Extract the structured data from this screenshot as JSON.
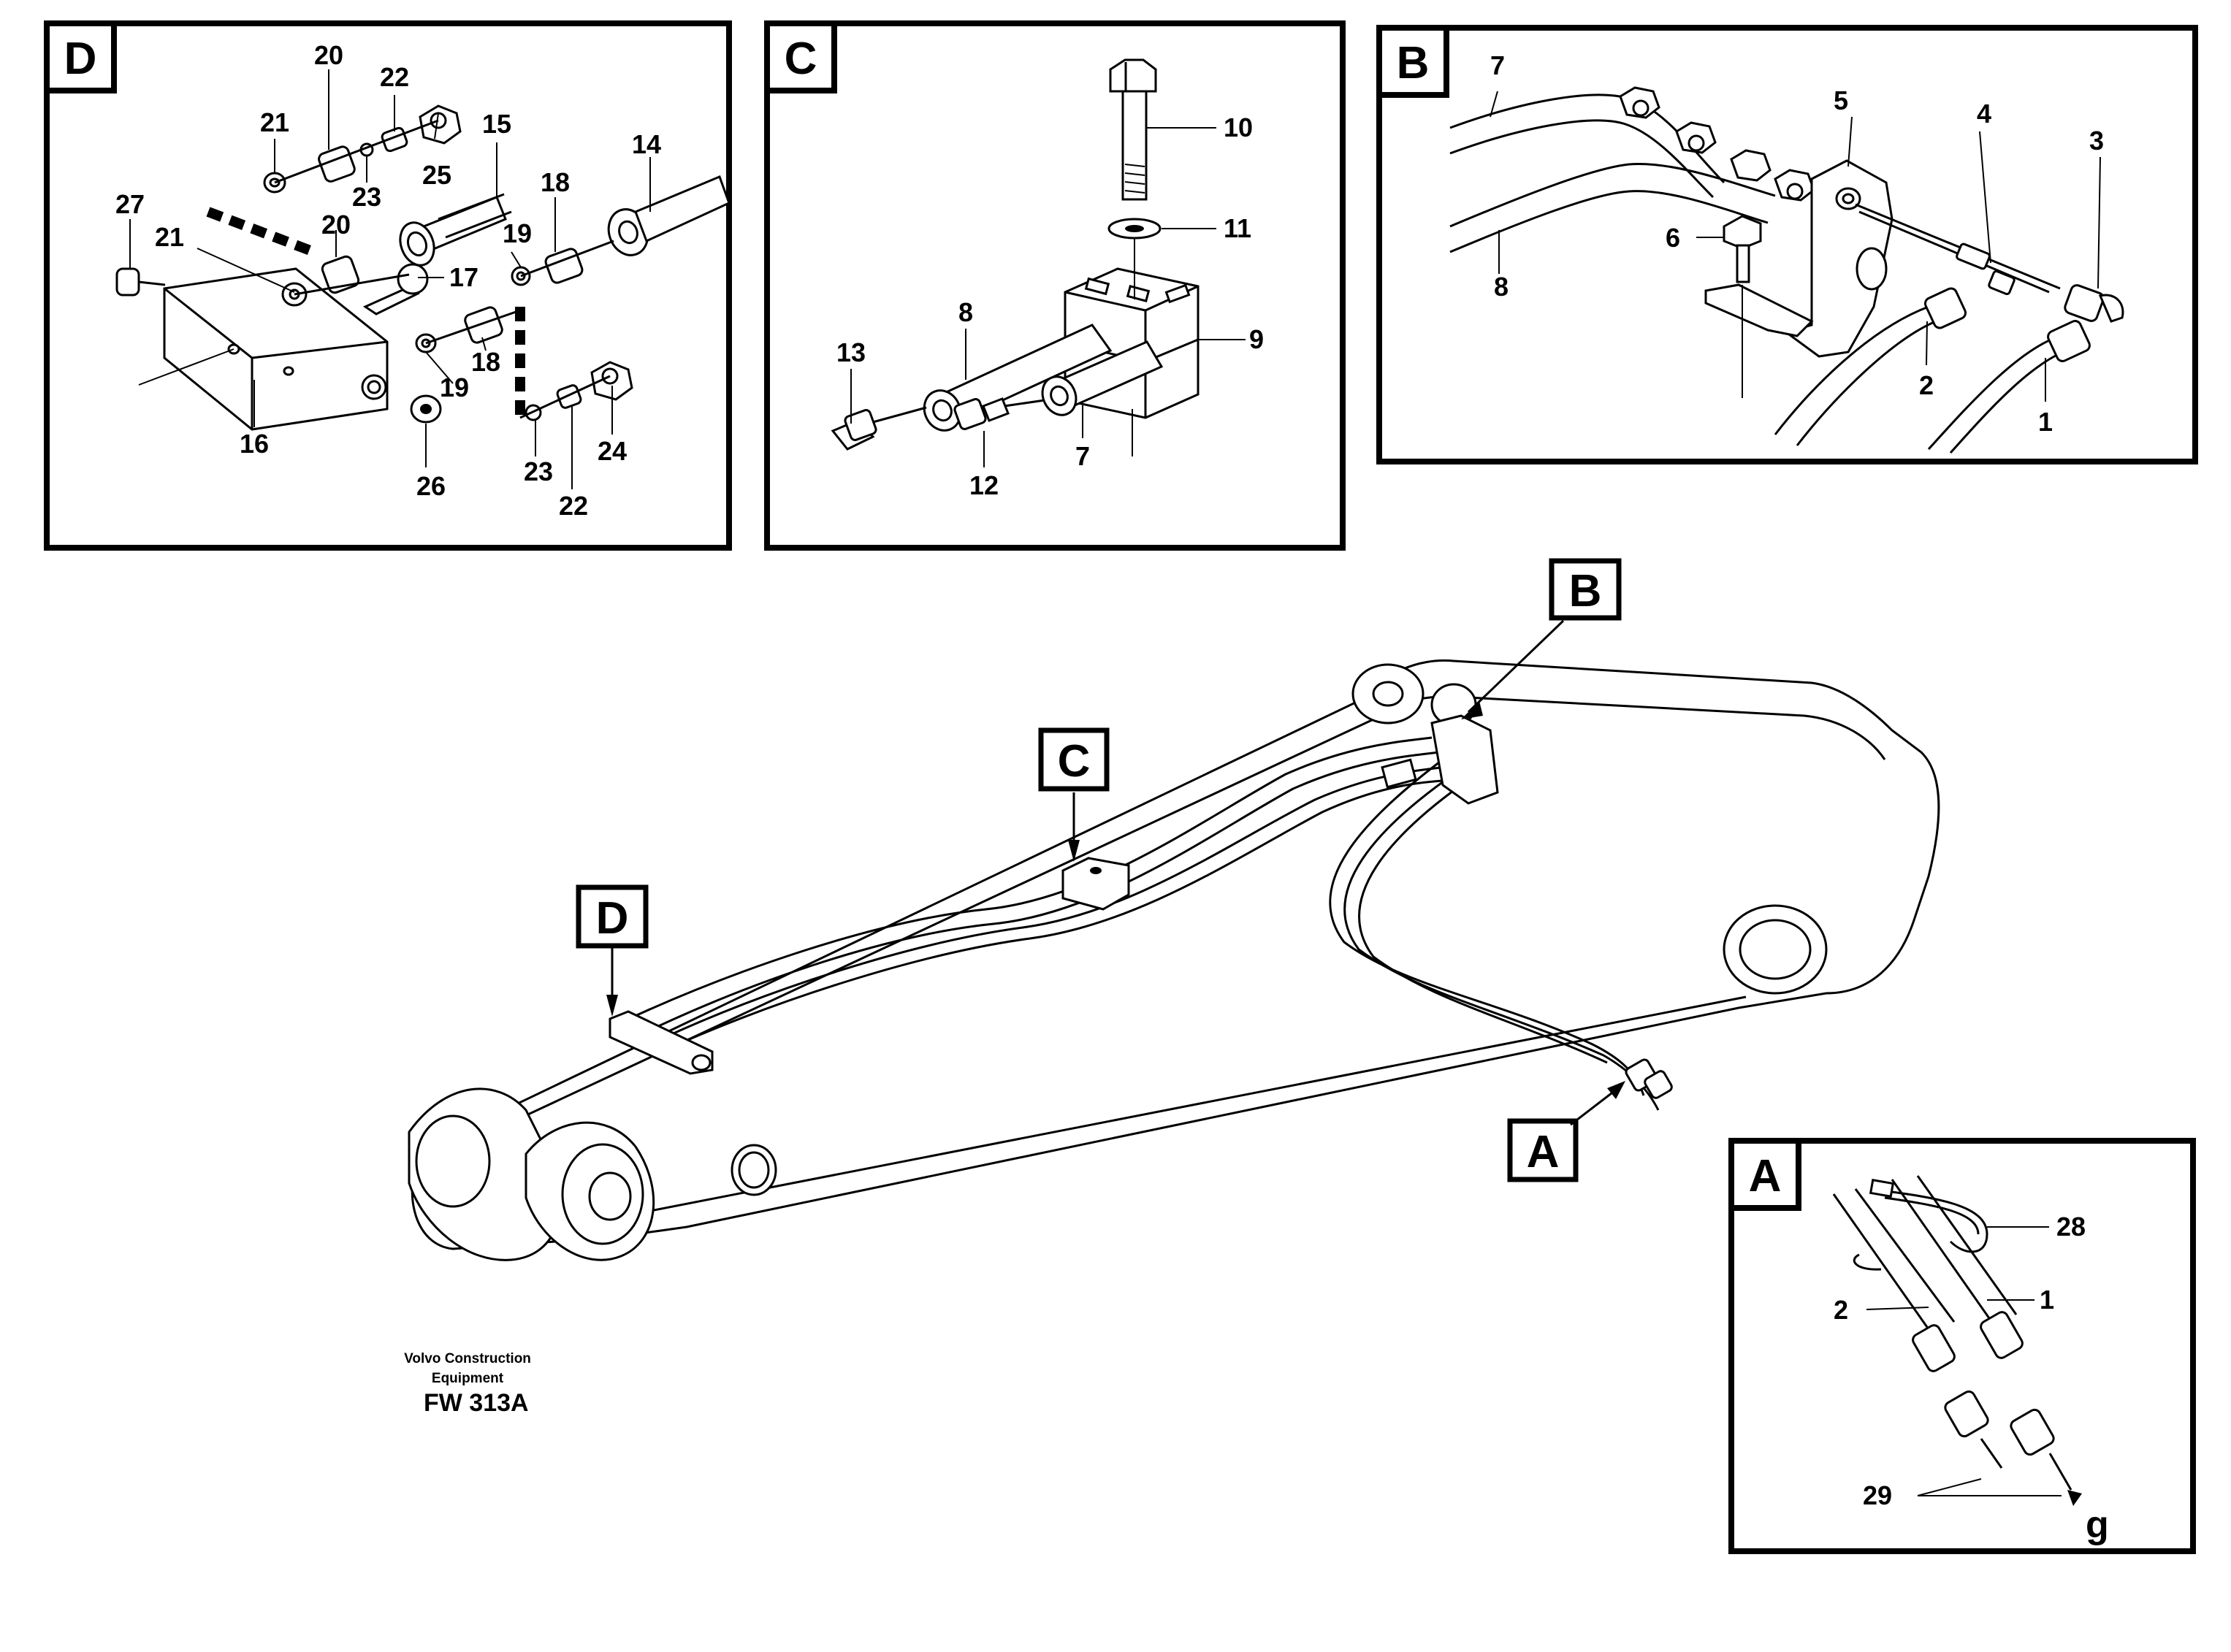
{
  "panels": {
    "D": {
      "label": "D",
      "callouts": [
        "20",
        "22",
        "21",
        "15",
        "25",
        "23",
        "14",
        "27",
        "18",
        "20",
        "19",
        "21",
        "17",
        "19",
        "18",
        "16",
        "24",
        "26",
        "23",
        "22"
      ]
    },
    "C": {
      "label": "C",
      "callouts": [
        "10",
        "11",
        "8",
        "9",
        "13",
        "7",
        "12"
      ]
    },
    "B": {
      "label": "B",
      "callouts": [
        "7",
        "5",
        "4",
        "3",
        "6",
        "8",
        "2",
        "1"
      ]
    },
    "A": {
      "label": "A",
      "callouts": [
        "28",
        "2",
        "1",
        "29",
        "g"
      ]
    }
  },
  "overview": {
    "labels": [
      "B",
      "C",
      "D",
      "A"
    ]
  },
  "caption": {
    "line1": "Volvo Construction",
    "line2": "Equipment",
    "code": "FW 313A"
  }
}
